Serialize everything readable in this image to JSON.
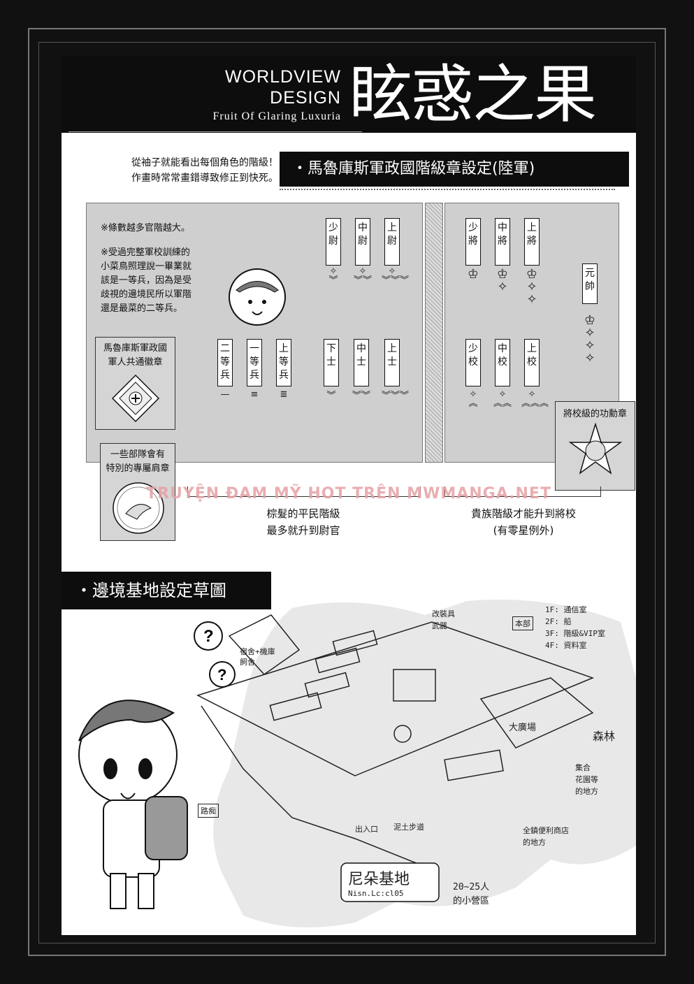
{
  "header": {
    "line1": "WORLDVIEW",
    "line2": "DESIGN",
    "subtitle": "Fruit Of Glaring Luxuria",
    "title": "眩惑之果"
  },
  "intro_note": [
    "從袖子就能看出每個角色的階級！",
    "作畫時常常畫錯導致修正到快死。"
  ],
  "section1_title": "・馬魯庫斯軍政國階級章設定(陸軍)",
  "notes": {
    "n1": "※條數越多官階越大。",
    "n2": [
      "※受過完整軍校訓練的",
      "小菜鳥照理說一畢業就",
      "該是一等兵，因為是受",
      "歧視的邊境民所以軍階",
      "還是最菜的二等兵。"
    ]
  },
  "emblem_box": [
    "馬魯庫斯軍政國",
    "軍人共通徽章"
  ],
  "patch_box": [
    "一些部隊會有",
    "特別的專屬肩章"
  ],
  "medal_box": "將校級的功勳章",
  "ranks": {
    "officers": [
      "少尉",
      "中尉",
      "上尉"
    ],
    "nco": [
      "下士",
      "中士",
      "上士"
    ],
    "enlisted": [
      "二等兵",
      "一等兵",
      "上等兵"
    ],
    "generals": [
      "少將",
      "中將",
      "上將"
    ],
    "marshal": "元帥",
    "field": [
      "少校",
      "中校",
      "上校"
    ]
  },
  "insignia": {
    "officers": [
      "✧\n︾",
      "✧\n︾︾",
      "✧\n︾︾︾"
    ],
    "nco": [
      "︾",
      "︾︾",
      "︾︾︾"
    ],
    "enlisted": [
      "—",
      "≡",
      "≣"
    ],
    "generals": [
      "♔",
      "♔\n✧",
      "♔\n✧\n✧"
    ],
    "marshal": "♔\n✧\n✧\n✧",
    "field": [
      "✧\n︽",
      "✧\n︽︽",
      "✧\n︽︽︽"
    ]
  },
  "captions": {
    "commoner": [
      "棕髮的平民階級",
      "最多就升到尉官"
    ],
    "noble": [
      "貴族階級才能升到將校",
      "(有零星例外)"
    ]
  },
  "watermark": "TRUYỆN ĐAM MỸ HOT TRÊN MWMANGA.NET",
  "section2_title": "・邊境基地設定草圖",
  "sketch_labels": {
    "honbu": "本部",
    "floors": [
      "1F: 通信室",
      "2F: 船",
      "3F: 階級&VIP室",
      "4F: 資料室"
    ],
    "armory": [
      "改裝具",
      "武器"
    ],
    "dorm": [
      "宿舍+機庫",
      "飼舍"
    ],
    "plaza": "大廣場",
    "path": "泥土步道",
    "exit": "出入口",
    "lost": "路痴",
    "base_name": "尼朵基地",
    "base_romaji": "Nisn.Lc:cl05",
    "count": [
      "20~25人",
      "的小營區"
    ],
    "store": [
      "全鎮便利商店",
      "的地方"
    ],
    "dorms2": [
      "集合",
      "花園等",
      "的地方"
    ],
    "forest": "森林",
    "qmark": "?"
  }
}
